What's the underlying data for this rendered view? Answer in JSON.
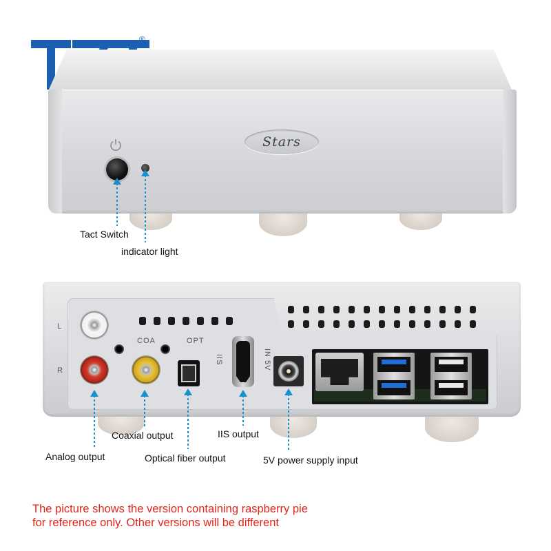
{
  "brand": {
    "logo_text": "TZT",
    "registered_mark": "®",
    "color": "#1c5fb0"
  },
  "front_panel": {
    "badge_text": "Stars",
    "icons": [
      "power-icon"
    ]
  },
  "back_panel": {
    "channel_left": "L",
    "channel_right": "R",
    "coaxial_label": "COA",
    "optical_label": "OPT",
    "iis_label": "IIS",
    "power_in_label": "IN 5V"
  },
  "callouts": {
    "tact_switch": "Tact Switch",
    "indicator_light": "indicator light",
    "coaxial_output": "Coaxial output",
    "iis_output": "IIS output",
    "analog_output": "Analog output",
    "optical_fiber_output": "Optical fiber output",
    "power_supply_input": "5V power supply input",
    "line_color": "#1a8fd0"
  },
  "disclaimer": {
    "line1": "The picture shows the version containing raspberry pie",
    "line2": "for reference only. Other versions will be different",
    "color": "#e0261b"
  }
}
